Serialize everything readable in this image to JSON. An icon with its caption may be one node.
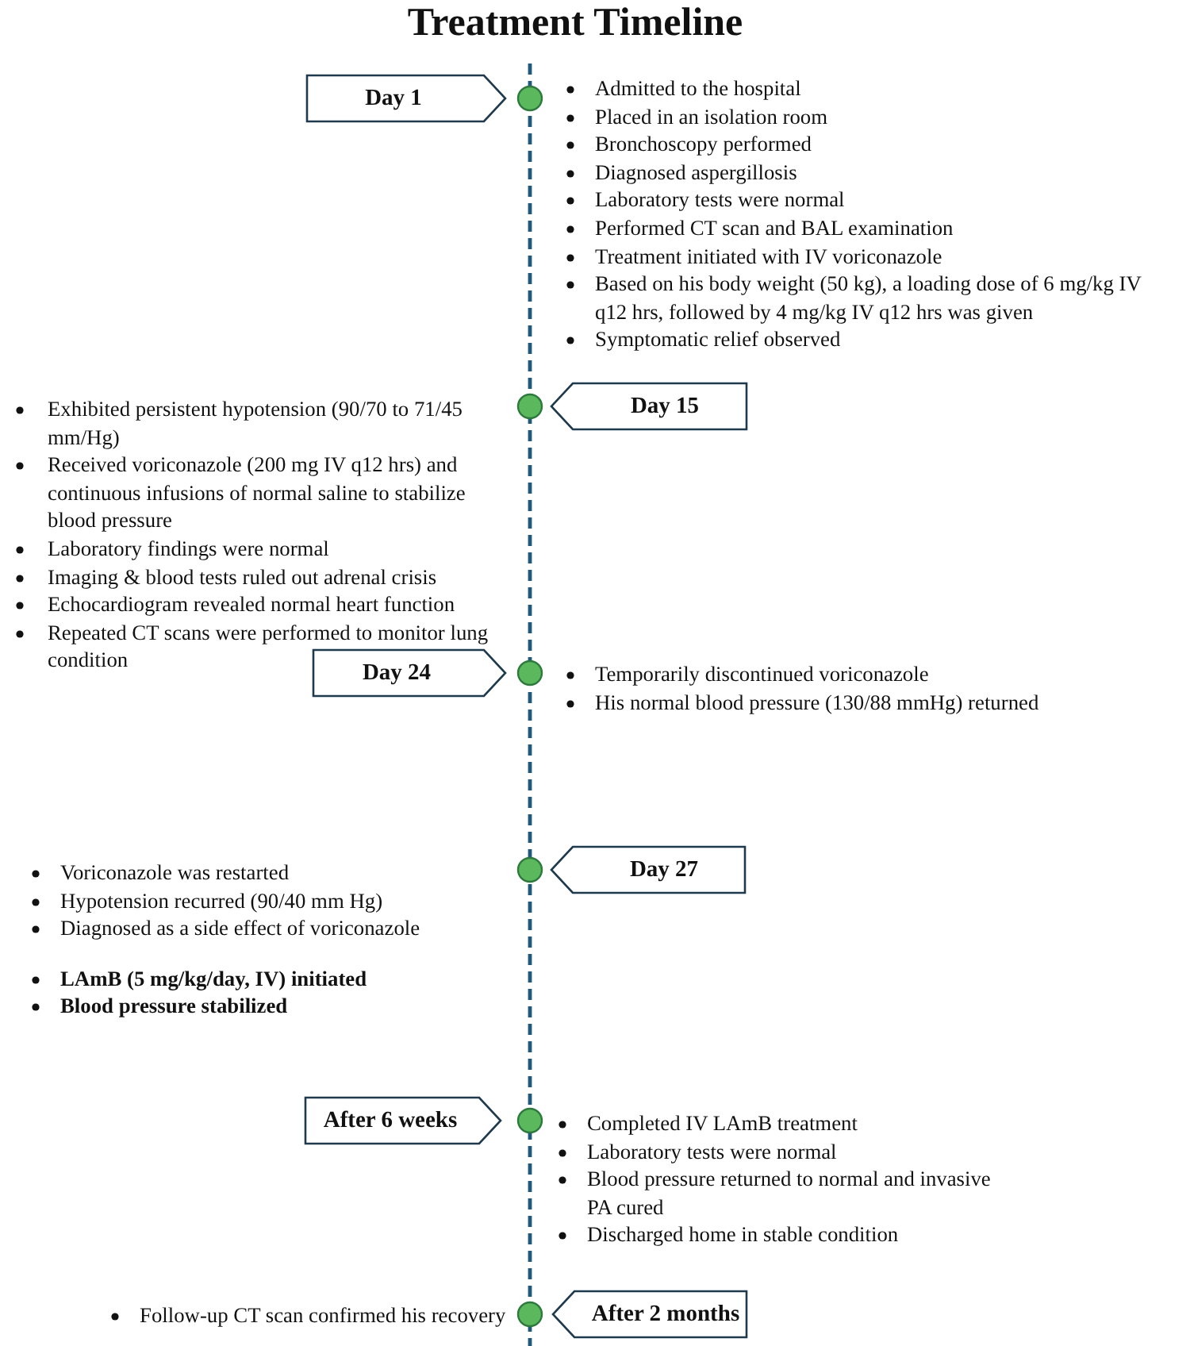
{
  "diagram": {
    "title": "Treatment Timeline",
    "nodes": [
      {
        "text": [
          "Day 1"
        ],
        "beside": [
          "Admitted to the hospital",
          "Placed in an isolation room",
          "Bronchoscopy performed",
          "Diagnosed aspergillosis",
          "Laboratory tests were normal",
          "Performed CT scan and BAL examination",
          "Treatment initiated with IV voriconazole",
          "Based on his body weight (50 kg), a loading dose of 6 mg/kg IV q12 hrs, followed by 4 mg/kg IV q12 hrs was given",
          "Symptomatic relief observed"
        ]
      },
      {
        "text": [
          "Day 15"
        ],
        "beside": [
          "Exhibited persistent hypotension (90/70 to 71/45 mm/Hg)",
          "Received voriconazole (200 mg IV q12 hrs) and continuous infusions of normal saline to stabilize blood pressure",
          "Laboratory findings were normal",
          "Imaging & blood tests ruled out adrenal crisis",
          "Echocardiogram revealed normal heart function",
          "Repeated CT scans were performed to monitor lung condition"
        ]
      },
      {
        "text": [
          "Day 24"
        ],
        "beside": [
          "Temporarily discontinued voriconazole",
          "His normal blood pressure (130/88 mmHg) returned"
        ]
      },
      {
        "text": [
          "Day 27"
        ],
        "beside": [
          "Voriconazole was restarted",
          "Hypotension recurred (90/40 mm Hg)",
          "Diagnosed as a side effect of voriconazole",
          "**LAmB (5 mg/kg/day, IV) initiated**",
          "**Blood pressure stabilized**"
        ]
      },
      {
        "text": [
          "After 6 weeks"
        ],
        "beside": [
          "Completed IV LAmB treatment",
          "Laboratory tests were normal",
          "Blood pressure returned to normal and invasive PA cured",
          "Discharged home in stable condition"
        ]
      },
      {
        "text": [
          "After 2 months"
        ],
        "beside": [
          "Follow-up CT scan confirmed his recovery"
        ]
      }
    ]
  }
}
